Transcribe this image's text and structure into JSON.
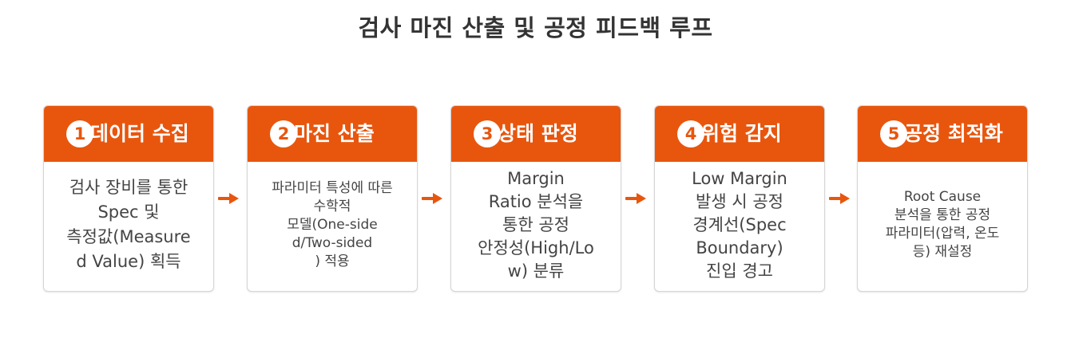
{
  "title": "검사 마진 산출 및 공정 피드백 루프",
  "colors": {
    "accent": "#e8560e",
    "text": "#444444",
    "title": "#333333",
    "border": "#d5d5d5"
  },
  "steps": [
    {
      "number": "1",
      "title": "데이터 수집",
      "body": "검사 장비를 통한\nSpec 및\n측정값(Measure\nd Value) 획득"
    },
    {
      "number": "2",
      "title": "마진 산출",
      "body": "파라미터 특성에 따른\n수학적\n모델(One-side\nd/Two-sided\n) 적용"
    },
    {
      "number": "3",
      "title": "상태 판정",
      "body": "Margin\nRatio 분석을\n통한 공정\n안정성(High/Lo\nw) 분류"
    },
    {
      "number": "4",
      "title": "위험 감지",
      "body": "Low Margin\n발생 시 공정\n경계선(Spec\nBoundary)\n진입 경고"
    },
    {
      "number": "5",
      "title": "공정 최적화",
      "body": "Root Cause\n분석을 통한 공정\n파라미터(압력, 온도\n등) 재설정"
    }
  ],
  "arrow_icon": "arrow-right-icon"
}
